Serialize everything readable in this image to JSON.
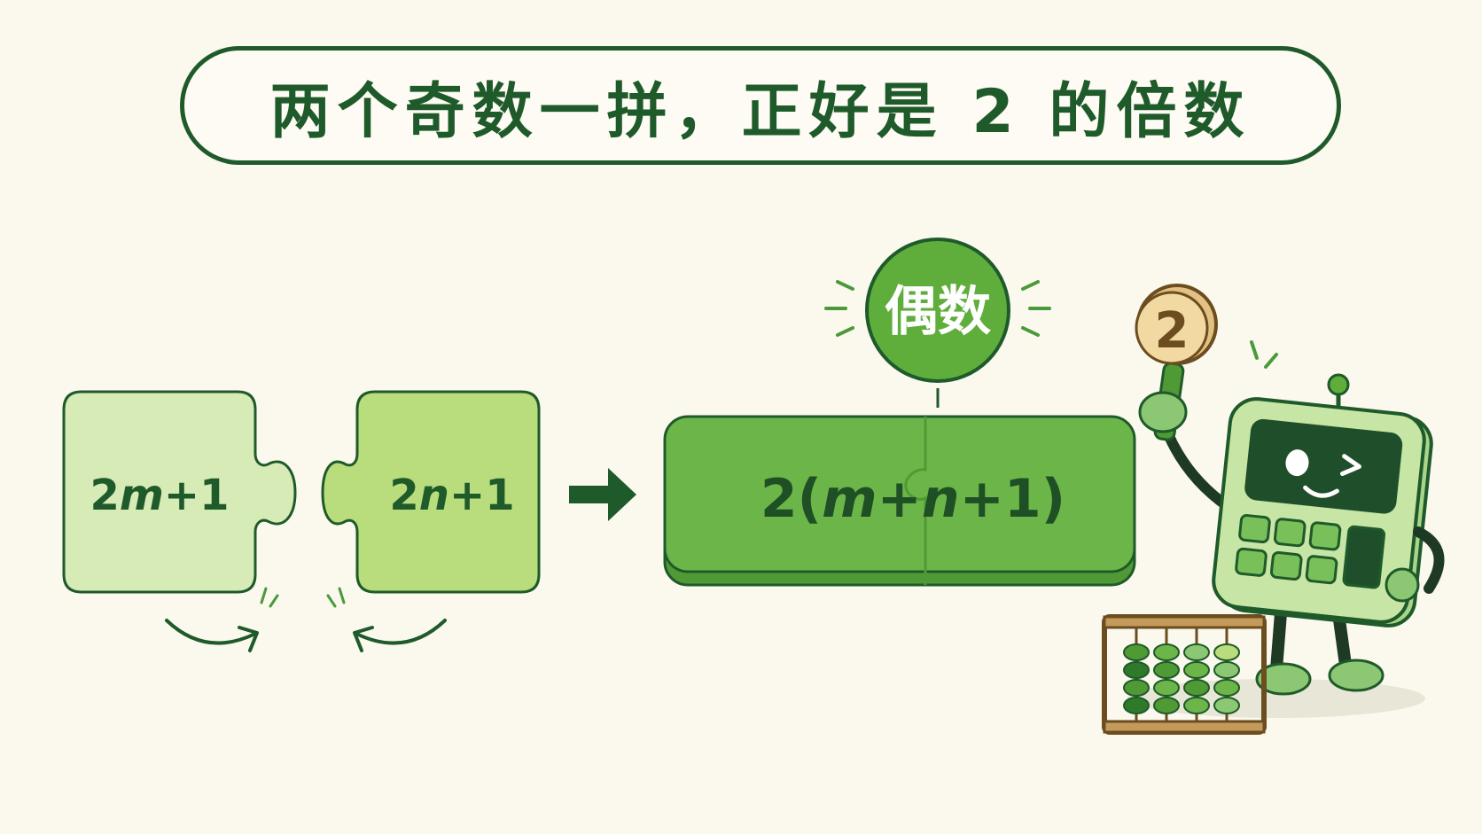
{
  "title": "两个奇数一拼，正好是 2 的倍数",
  "left_piece": {
    "coef": "2",
    "var": "m",
    "rest": "+1"
  },
  "right_piece": {
    "coef": "2",
    "var": "n",
    "rest": "+1"
  },
  "result": {
    "open": "2(",
    "var1": "m",
    "plus1": "+",
    "var2": "n",
    "close": "+1)"
  },
  "badge": {
    "label": "偶数"
  },
  "coin": {
    "label": "2"
  },
  "colors": {
    "dark_green": "#1f5a2a",
    "light_piece": "#d7ebb6",
    "mid_piece": "#b9dc7c",
    "result_bar": "#6cb649",
    "badge": "#5fae3c",
    "background": "#fbf8ee",
    "coin": "#f2d9a2"
  },
  "icons": [
    "swap-arrow-icon",
    "right-arrow-icon",
    "robot-calculator-mascot",
    "abacus-icon",
    "coin-icon"
  ]
}
